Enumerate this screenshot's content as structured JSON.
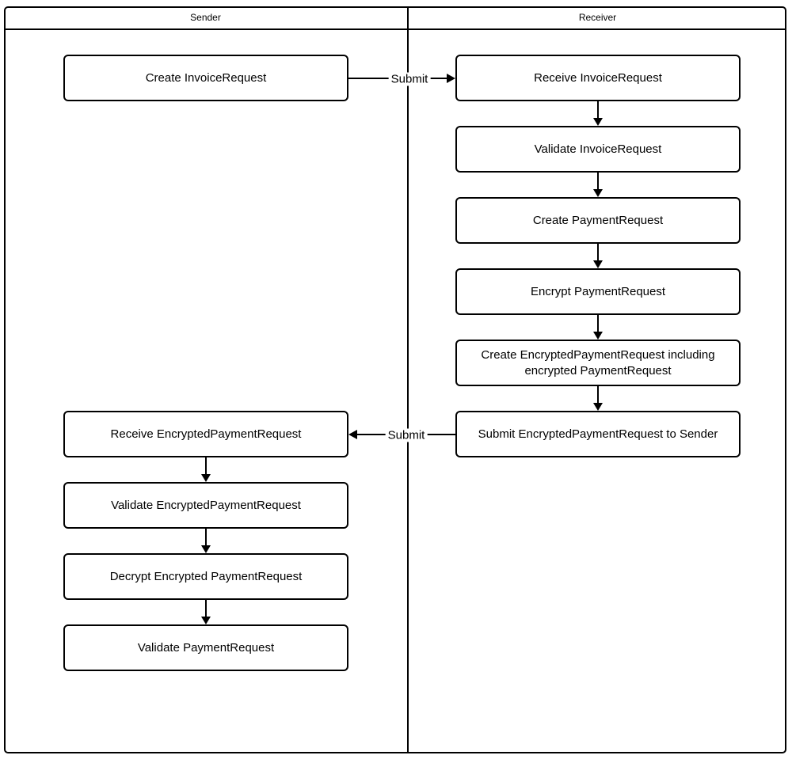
{
  "diagram": {
    "type": "swimlane-flowchart",
    "colors": {
      "stroke": "#000000",
      "background": "#ffffff",
      "node_fill": "#ffffff"
    },
    "lanes": [
      {
        "label": "Sender"
      },
      {
        "label": "Receiver"
      }
    ],
    "nodes": [
      {
        "lane": "Sender",
        "label": "Create InvoiceRequest"
      },
      {
        "lane": "Receiver",
        "label": "Receive InvoiceRequest"
      },
      {
        "lane": "Receiver",
        "label": "Validate InvoiceRequest"
      },
      {
        "lane": "Receiver",
        "label": "Create PaymentRequest"
      },
      {
        "lane": "Receiver",
        "label": "Encrypt PaymentRequest"
      },
      {
        "lane": "Receiver",
        "label": "Create EncryptedPaymentRequest including encrypted PaymentRequest"
      },
      {
        "lane": "Receiver",
        "label": "Submit EncryptedPaymentRequest to Sender"
      },
      {
        "lane": "Sender",
        "label": "Receive EncryptedPaymentRequest"
      },
      {
        "lane": "Sender",
        "label": "Validate EncryptedPaymentRequest"
      },
      {
        "lane": "Sender",
        "label": "Decrypt Encrypted PaymentRequest"
      },
      {
        "lane": "Sender",
        "label": "Validate PaymentRequest"
      }
    ],
    "edges": [
      {
        "from": "Create InvoiceRequest",
        "to": "Receive InvoiceRequest",
        "label": "Submit"
      },
      {
        "from": "Receive InvoiceRequest",
        "to": "Validate InvoiceRequest",
        "label": ""
      },
      {
        "from": "Validate InvoiceRequest",
        "to": "Create PaymentRequest",
        "label": ""
      },
      {
        "from": "Create PaymentRequest",
        "to": "Encrypt PaymentRequest",
        "label": ""
      },
      {
        "from": "Encrypt PaymentRequest",
        "to": "Create EncryptedPaymentRequest including encrypted PaymentRequest",
        "label": ""
      },
      {
        "from": "Create EncryptedPaymentRequest including encrypted PaymentRequest",
        "to": "Submit EncryptedPaymentRequest to Sender",
        "label": ""
      },
      {
        "from": "Submit EncryptedPaymentRequest to Sender",
        "to": "Receive EncryptedPaymentRequest",
        "label": "Submit"
      },
      {
        "from": "Receive EncryptedPaymentRequest",
        "to": "Validate EncryptedPaymentRequest",
        "label": ""
      },
      {
        "from": "Validate EncryptedPaymentRequest",
        "to": "Decrypt Encrypted PaymentRequest",
        "label": ""
      },
      {
        "from": "Decrypt Encrypted PaymentRequest",
        "to": "Validate PaymentRequest",
        "label": ""
      }
    ]
  }
}
